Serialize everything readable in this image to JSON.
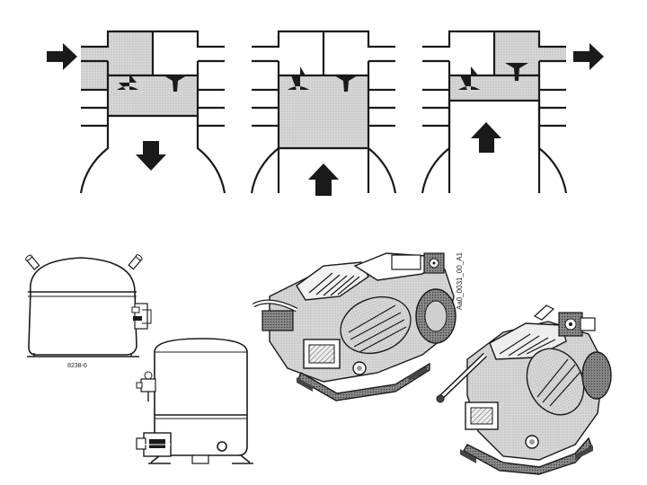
{
  "labels": {
    "hermetic_small_code": "8238-6",
    "semi_hermetic_code": "Aa0_0031_00_A1"
  },
  "colors": {
    "ink": "#1a1a1a",
    "gas_fill": "#cfcfcf",
    "gas_fill_dark": "#b5b5b5",
    "metal_light": "#e6e6e6",
    "metal_mid": "#9a9a9a",
    "metal_dark": "#444444"
  },
  "strokes": [
    {
      "stage": "intake",
      "inlet_arrow": "right-arrow-icon",
      "piston_arrow": "down-arrow-icon",
      "gas_region": "head-left-and-cylinder"
    },
    {
      "stage": "compression",
      "piston_arrow": "up-arrow-icon",
      "gas_region": "cylinder"
    },
    {
      "stage": "discharge",
      "outlet_arrow": "right-arrow-icon",
      "piston_arrow": "up-arrow-icon",
      "gas_region": "head-right-and-cylinder-top"
    }
  ],
  "compressors": [
    {
      "kind": "hermetic-horizontal"
    },
    {
      "kind": "hermetic-vertical"
    },
    {
      "kind": "semi-hermetic-large"
    },
    {
      "kind": "semi-hermetic-small"
    }
  ]
}
